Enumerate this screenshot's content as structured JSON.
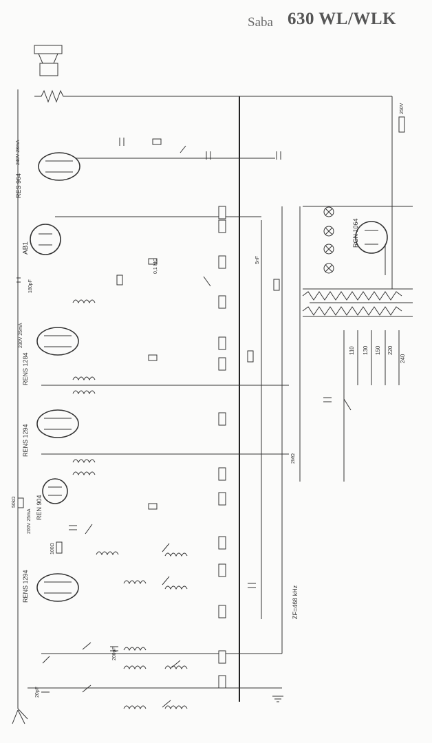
{
  "header": {
    "brand": "Saba",
    "model": "630 WL/WLK"
  },
  "tubes": [
    {
      "id": "v1",
      "label": "RENS 1294",
      "volt": ""
    },
    {
      "id": "v2",
      "label": "REN 904",
      "volt": "200V 25mA"
    },
    {
      "id": "v3",
      "label": "RENS 1294",
      "volt": ""
    },
    {
      "id": "v4",
      "label": "RENS 1284",
      "volt": "230V 25mA"
    },
    {
      "id": "v5",
      "label": "AB1",
      "volt": ""
    },
    {
      "id": "v6",
      "label": "RES 964",
      "volt": "240V 28mA"
    },
    {
      "id": "v7",
      "label": "RGN 1064",
      "volt": ""
    }
  ],
  "labels": {
    "if_freq": "ZF=468 kHz",
    "mains_taps": [
      "110",
      "130",
      "150",
      "220",
      "240"
    ],
    "ref_volt": "250V",
    "c_180pf": "180pF",
    "c_200pf": "200pF",
    "r_50k": "50kΩ",
    "r_01m": "0,1 MΩ",
    "r_2m": "2MΩ",
    "c_5nf": "5nF",
    "c_20pf": "20pF",
    "r_100": "100Ω"
  }
}
